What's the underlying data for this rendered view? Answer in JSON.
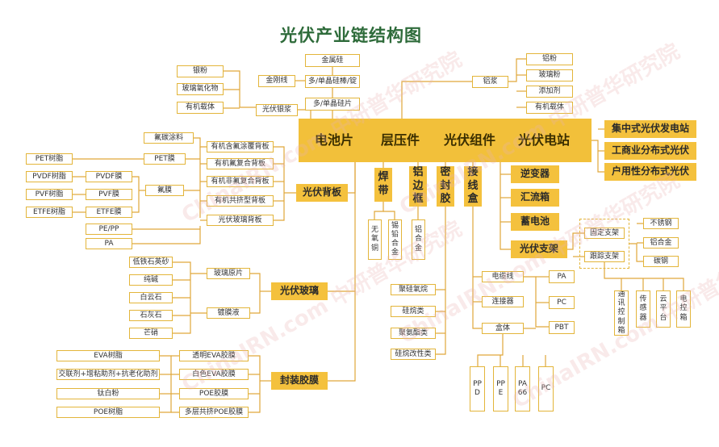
{
  "title": "光伏产业链结构图",
  "hub": {
    "cells": [
      "电池片",
      "层压件",
      "光伏组件",
      "光伏电站"
    ]
  },
  "cell": {
    "materials": [
      "银粉",
      "玻璃氧化物",
      "有机载体"
    ],
    "paste": "光伏银浆",
    "wafer": [
      "金刚线",
      "多/单晶硅棒/锭",
      "多/单晶硅片"
    ],
    "silicon": "金属硅"
  },
  "backsheet": {
    "label": "光伏背板",
    "types": [
      "有机含氟涂覆背板",
      "有机氟复合背板",
      "有机非氟复合背板",
      "有机共挤型背板",
      "光伏玻璃背板"
    ],
    "fluoro_coating": "氟碳涂料",
    "films": [
      "PET膜",
      "PVDF膜",
      "PVF膜",
      "ETFE膜"
    ],
    "resins": [
      "PET树脂",
      "PVDF树脂",
      "PVF树脂",
      "ETFE树脂"
    ],
    "fluoro_film": "氟膜",
    "pe_pp": "PE/PP",
    "pa": "PA"
  },
  "glass": {
    "label": "光伏玻璃",
    "raw": [
      "低铁石英砂",
      "纯碱",
      "白云石",
      "石灰石",
      "芒硝"
    ],
    "products": [
      "玻璃原片",
      "镀膜液"
    ]
  },
  "encap": {
    "label": "封装胶膜",
    "raw": [
      "EVA树脂",
      "交联剂+增粘助剂+抗老化助剂",
      "钛白粉",
      "POE树脂"
    ],
    "films": [
      "透明EVA胶膜",
      "白色EVA胶膜",
      "POE胶膜",
      "多层共挤POE胶膜"
    ]
  },
  "module_parts": {
    "ribbon": "焊带",
    "ribbon_subs": [
      "无氧铜",
      "锡铅合金"
    ],
    "frame": "铝边框",
    "frame_sub": "铝合金",
    "sealant": "密封胶",
    "sealant_subs": [
      "聚硅氧烷",
      "硅烷类",
      "聚氨酯类",
      "硅烷改性类"
    ],
    "jbox": "接线盒",
    "jbox_subs": [
      "电缆线",
      "连接器",
      "盒体"
    ],
    "jbox_materials": [
      "PA",
      "PC",
      "PBT"
    ],
    "housing_materials": [
      "PPD",
      "PPE",
      "PA66",
      "PC"
    ]
  },
  "cell_paste_right": {
    "label": "铝浆",
    "materials": [
      "铝粉",
      "玻璃粉",
      "添加剂",
      "有机载体"
    ]
  },
  "plant": {
    "types": [
      "集中式光伏发电站",
      "工商业分布式光伏",
      "户用性分布式光伏"
    ],
    "equipment": [
      "逆变器",
      "汇流箱",
      "蓄电池",
      "光伏支架"
    ],
    "mounts": [
      "固定支架",
      "跟踪支架"
    ],
    "mount_materials": [
      "不锈钢",
      "铝合金",
      "碳钢"
    ],
    "tracker_parts": [
      "通讯控制箱",
      "传感器",
      "云平台",
      "电控箱"
    ]
  },
  "watermarks": [
    "ChinaIRN.com 中研普华研究院",
    "ChinaIRN.com 中研普华研究院",
    "ChinaIRN.com 中研普华研究院",
    "ChinaIRN.com 中研普华研究院",
    "ChinaIRN.com 中研普华研究院"
  ],
  "colors": {
    "accent": "#f4c13d",
    "border": "#e3b53a",
    "line": "#e0a73a",
    "title": "#2e6b3a"
  }
}
